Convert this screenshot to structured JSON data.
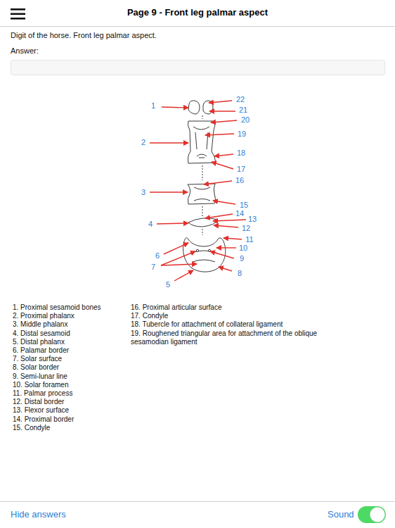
{
  "diagram": {
    "title": "Page 9 - Front leg palmar aspect",
    "labels": [
      "Digit of the horse. Front leg palmar aspect.",
      "Answer:",
      "1",
      "22",
      "21",
      "20",
      "19",
      "2",
      "18",
      "17",
      "16",
      "3",
      "15",
      "14",
      "13",
      "4",
      "12",
      "11",
      "10",
      "6",
      "9",
      "7",
      "8",
      "5",
      "1. Proximal sesamoid bones",
      "2. Proximal phalanx",
      "3. Middle phalanx",
      "4. Distal sesamoid",
      "5. Distal phalanx",
      "6. Palamar border",
      "7. Solar surface",
      "8. Solar border",
      "9. Semi-lunar line",
      "10. Solar foramen",
      "11. Palmar process",
      "12. Distal border",
      "13. Flexor surface",
      "14. Proximal border",
      "15. Condyle",
      "16. Proximal articular surface",
      "17. Condyle",
      "18. Tubercle for attachment of collateral ligament",
      "19. Roughened triangular area for attachment of the oblique sesamodian ligament",
      "Hide answers",
      "Sound"
    ]
  }
}
